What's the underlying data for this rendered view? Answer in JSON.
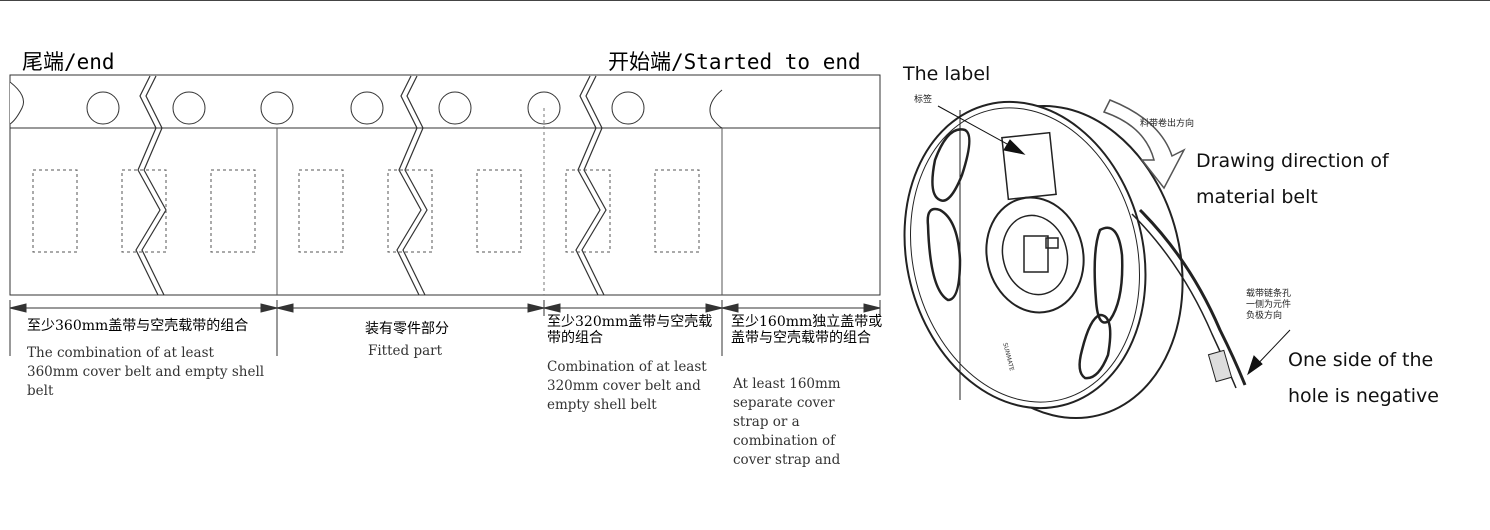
{
  "tape": {
    "end_label": "尾端/end",
    "start_label": "开始端/Started to end"
  },
  "sections": [
    {
      "zh": "至少360mm盖带与空壳载带的组合",
      "en": "The combination of at least 360mm cover belt and empty shell belt"
    },
    {
      "zh": "装有零件部分",
      "en": "Fitted part"
    },
    {
      "zh": "至少320mm盖带与空壳载带的组合",
      "en": "Combination of at least 320mm cover belt and empty shell belt"
    },
    {
      "zh": "至少160mm独立盖带或盖带与空壳载带的组合",
      "en": "At least 160mm separate cover strap or a combination of cover strap and"
    }
  ],
  "reel": {
    "label_en": "The label",
    "label_zh": "标签",
    "direction_zh": "料带卷出方向",
    "direction_en": "Drawing direction of material belt",
    "hole_zh": "载带链条孔一侧为元件负极方向",
    "hole_en": "One side of the hole is negative",
    "brand": "SUNMATE"
  }
}
